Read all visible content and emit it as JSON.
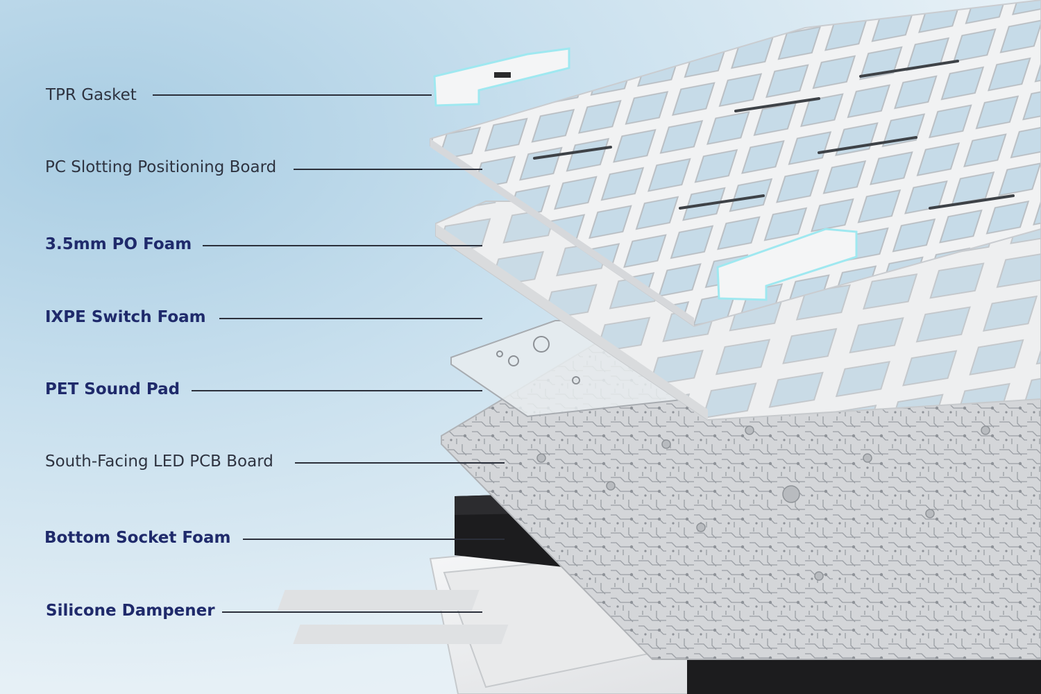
{
  "layers": [
    {
      "label": "TPR Gasket",
      "emphasis": false
    },
    {
      "label": "PC Slotting Positioning Board",
      "emphasis": false
    },
    {
      "label": "3.5mm PO Foam",
      "emphasis": true
    },
    {
      "label": "IXPE Switch Foam",
      "emphasis": true
    },
    {
      "label": "PET Sound Pad",
      "emphasis": true
    },
    {
      "label": "South-Facing LED PCB Board",
      "emphasis": false
    },
    {
      "label": "Bottom Socket Foam",
      "emphasis": true
    },
    {
      "label": "Silicone Dampener",
      "emphasis": true
    }
  ],
  "colors": {
    "label_bold": "#1f2a6b",
    "label_regular": "#2e3340",
    "leader_line": "#2b2f3a",
    "gasket_glow": "#9fe8f0",
    "foam_dark": "#1c1c1e"
  }
}
